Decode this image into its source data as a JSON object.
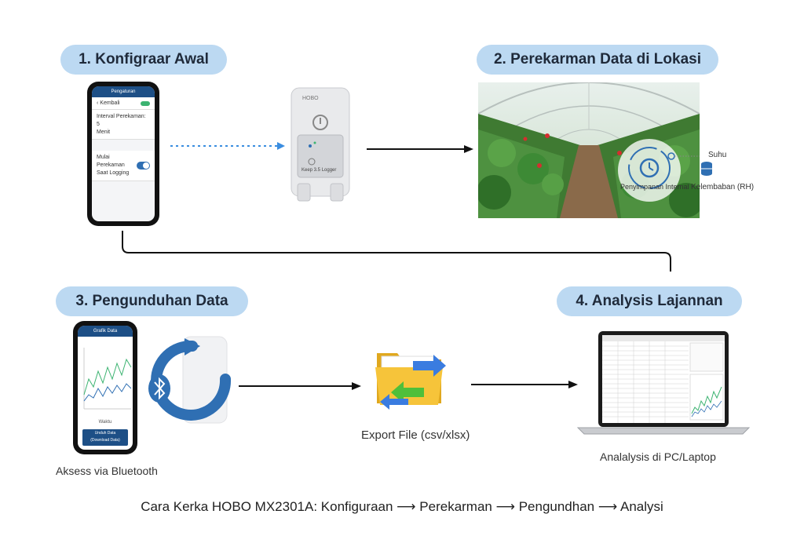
{
  "steps": {
    "s1": "1. Konfigraar Awal",
    "s2": "2. Perekarman Data di Lokasi",
    "s3": "3. Pengunduhan Data",
    "s4": "4. Analysis Lajannan"
  },
  "phone1": {
    "title": "Pengaturan",
    "back": "‹ Kembali",
    "interval": "Interval Perekaman: 5",
    "interval2": "Menit",
    "mode": "Mulai Perekaman",
    "mode2": "Saat Logging"
  },
  "logger": {
    "brand": "HOBO",
    "label": "Keep 3.5 Logger"
  },
  "greenhouse": {
    "suhu": "Suhu",
    "penyimpanan": "Penyimpanan Internal",
    "kelembaban": "Kelembaban (RH)"
  },
  "phone2": {
    "title": "Grafik Data",
    "button_line1": "Unduh Data",
    "button_line2": "(Download Data)",
    "axis": "Waktu"
  },
  "captions": {
    "bluetooth": "Aksess via Bluetooth",
    "export": "Export File (csv/xlsx)",
    "pc": "Analalysis di PC/Laptop"
  },
  "footer": "Cara Kerka HOBO MX2301A: Konfiguraan ⟶ Perekarman ⟶ Pengundhan ⟶ Analysi",
  "colors": {
    "pill": "#bcd9f2",
    "accent": "#2f6fb3",
    "arrow": "#111111",
    "dotted": "#3a8de0"
  }
}
